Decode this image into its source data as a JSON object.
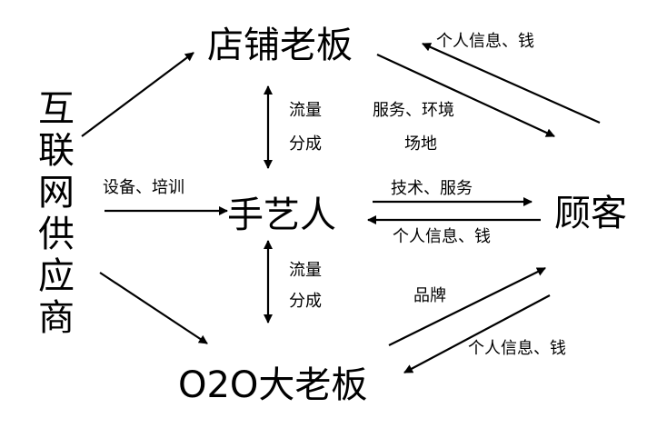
{
  "nodes": {
    "shop_owner": "店铺老板",
    "supplier": [
      "互",
      "联",
      "网",
      "供",
      "应",
      "商"
    ],
    "craftsman": "手艺人",
    "customer": "顾客",
    "o2o_boss": "O2O大老板"
  },
  "labels": {
    "customer_to_shop": "个人信息、钱",
    "shop_craft_1": "流量",
    "shop_craft_2": "分成",
    "shop_to_customer_1": "服务、环境",
    "shop_to_customer_2": "场地",
    "supplier_to_craft": "设备、培训",
    "craft_to_customer": "技术、服务",
    "customer_to_craft": "个人信息、钱",
    "craft_o2o_1": "流量",
    "craft_o2o_2": "分成",
    "o2o_to_customer": "品牌",
    "customer_to_o2o": "个人信息、钱"
  }
}
